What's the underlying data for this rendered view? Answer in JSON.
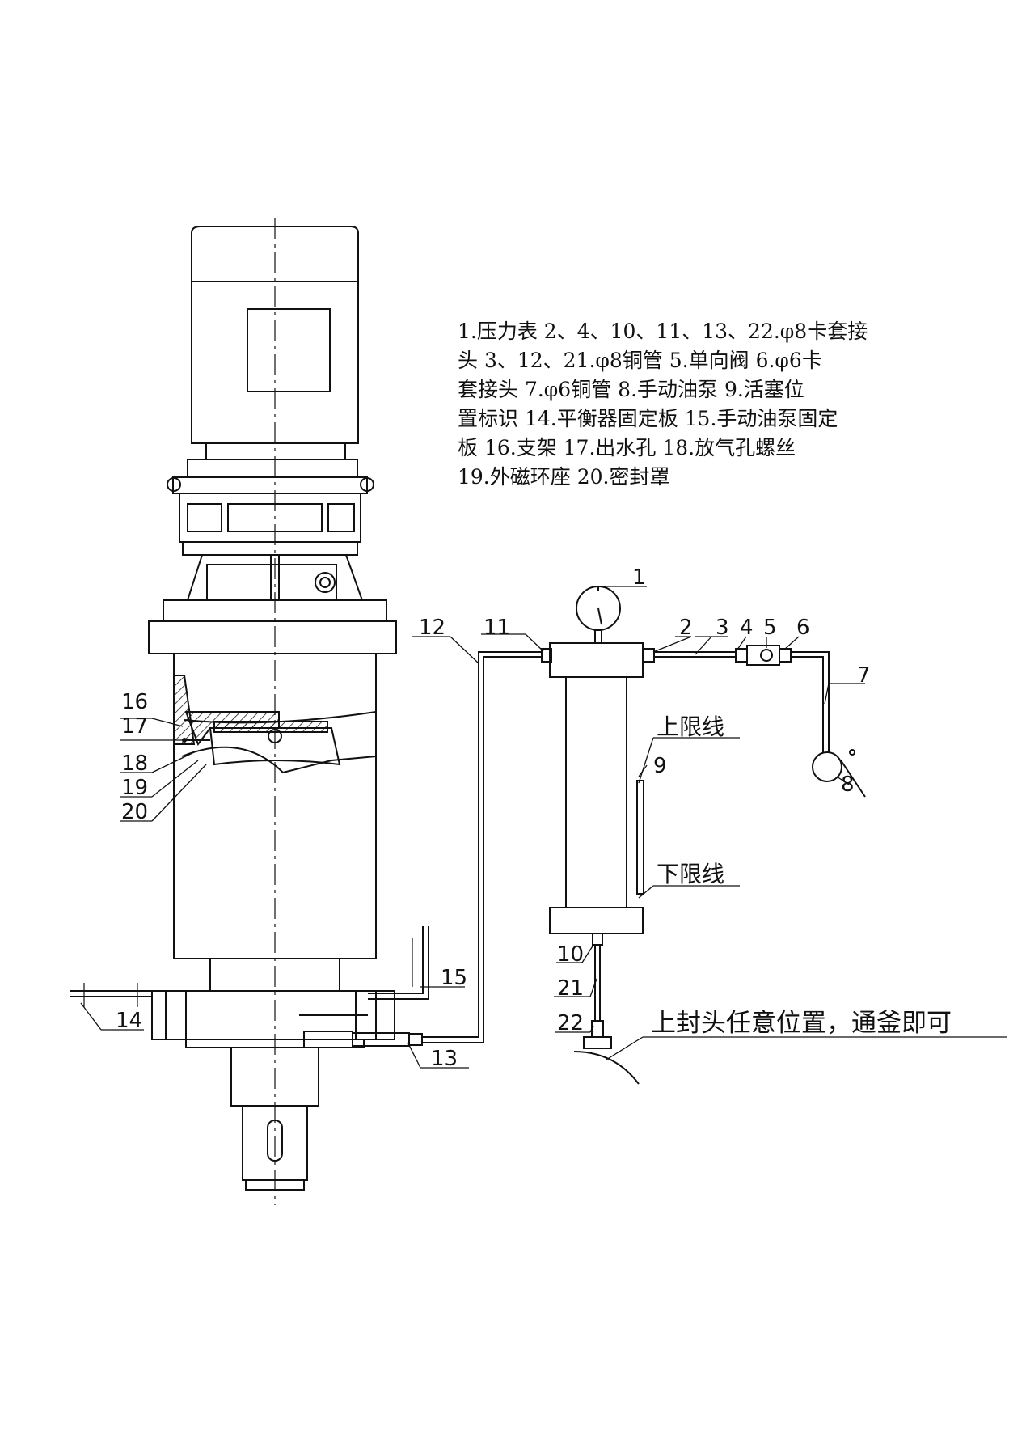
{
  "legend": {
    "lines": [
      "1.压力表   2、4、10、11、13、22.φ8卡套接",
      "头  3、12、21.φ8铜管  5.单向阀  6.φ6卡",
      "套接头  7.φ6铜管  8.手动油泵  9.活塞位",
      "置标识  14.平衡器固定板  15.手动油泵固定",
      "板  16.支架  17.出水孔  18.放气孔螺丝",
      "19.外磁环座  20.密封罩"
    ]
  },
  "annotations": {
    "upper_limit": "上限线",
    "lower_limit": "下限线",
    "mount_note": "上封头任意位置，通釜即可"
  },
  "callouts": [
    "1",
    "2",
    "3",
    "4",
    "5",
    "6",
    "7",
    "8",
    "9",
    "10",
    "11",
    "12",
    "13",
    "14",
    "15",
    "16",
    "17",
    "18",
    "19",
    "20",
    "21",
    "22"
  ]
}
